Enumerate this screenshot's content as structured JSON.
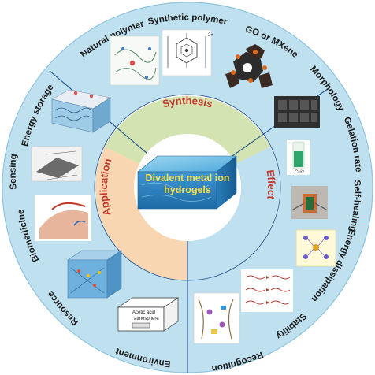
{
  "center": {
    "title_line1": "Divalent metal ion",
    "title_line2": "hydrogels"
  },
  "ring": {
    "synthesis": "Synthesis",
    "application": "Application",
    "effect": "Effect"
  },
  "outer": {
    "synthesis_items": [
      "Natural polymer",
      "Synthetic polymer",
      "GO or MXene"
    ],
    "effect_items": [
      "Morphology",
      "Gelation rate",
      "Self-healing",
      "Energy dissipation",
      "Stability",
      "Recognition"
    ],
    "application_items": [
      "Energy storage",
      "Sensing",
      "Biomedicine",
      "Resource",
      "Environment"
    ]
  },
  "figure_text": {
    "complex_charge": "2+",
    "cu_label": "Cu²⁺",
    "acetic_line1": "Acetic acid",
    "acetic_line2": "atmosphere"
  },
  "colors": {
    "outer_ring": "#bfe0ef",
    "synthesis_band": "#d3e3b2",
    "application_band": "#f8d6b1",
    "effect_band": "#bfe0ef",
    "synthesis_text": "#c0392b",
    "application_text": "#c0392b",
    "effect_text": "#c0392b",
    "divider": "#1f4e8c"
  }
}
